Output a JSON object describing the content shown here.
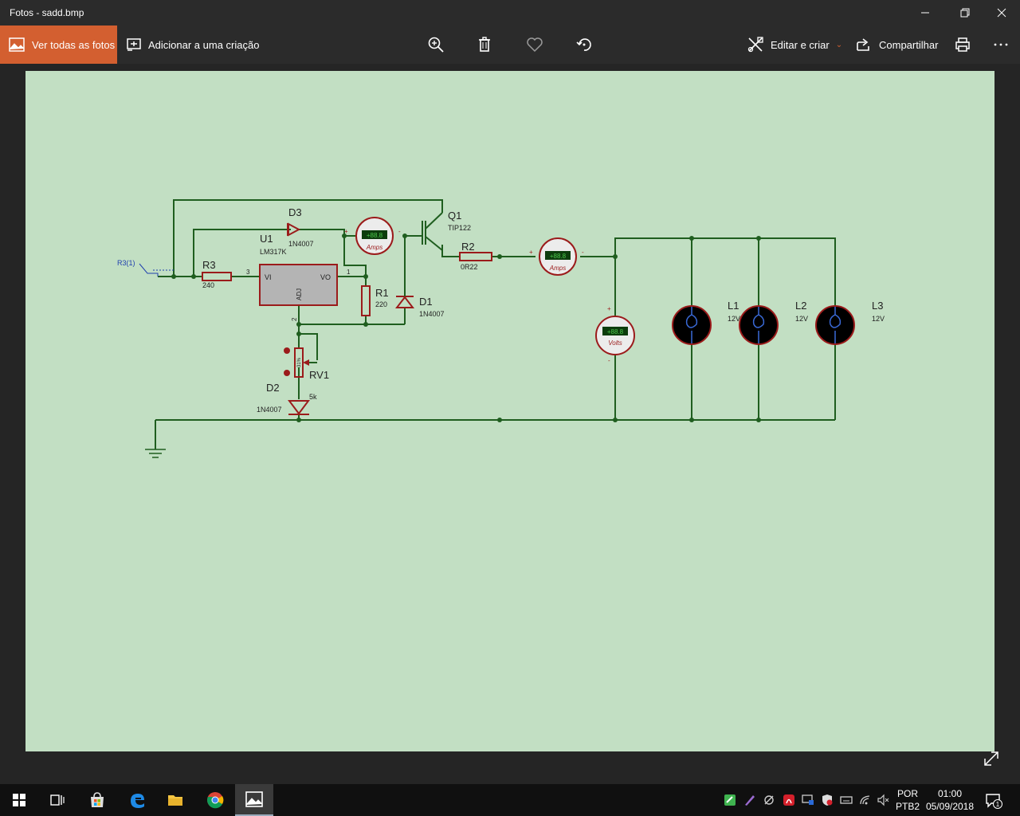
{
  "window": {
    "title": "Fotos - sadd.bmp"
  },
  "commandbar": {
    "view_all": "Ver todas as fotos",
    "add_to_creation": "Adicionar a uma criação",
    "edit_create": "Editar e criar",
    "share": "Compartilhar"
  },
  "colors": {
    "accent": "#d35f30",
    "schematic_bg": "#c2dfc3",
    "wire": "#1f5e1f",
    "component": "#9b1b1b"
  },
  "schematic": {
    "r3_net": "R3(1)",
    "r3": {
      "ref": "R3",
      "value": "240"
    },
    "u1": {
      "ref": "U1",
      "part": "LM317K",
      "vi": "VI",
      "vo": "VO",
      "adj": "ADJ",
      "pin3": "3",
      "pin1": "1",
      "pin2": "2"
    },
    "d3": {
      "ref": "D3",
      "part": "1N4007"
    },
    "q1": {
      "ref": "Q1",
      "part": "TIP122"
    },
    "r2": {
      "ref": "R2",
      "value": "0R22"
    },
    "r1": {
      "ref": "R1",
      "value": "220"
    },
    "d1": {
      "ref": "D1",
      "part": "1N4007"
    },
    "rv1": {
      "ref": "RV1",
      "value": "5k",
      "pct": "31%"
    },
    "d2": {
      "ref": "D2",
      "part": "1N4007"
    },
    "meter_amps": "Amps",
    "meter_volts": "Volts",
    "meter_reading": "+88.8",
    "meter_plus": "+",
    "meter_minus": "-",
    "lamps": [
      {
        "ref": "L1",
        "value": "12V"
      },
      {
        "ref": "L2",
        "value": "12V"
      },
      {
        "ref": "L3",
        "value": "12V"
      }
    ]
  },
  "taskbar": {
    "language": [
      "POR",
      "PTB2"
    ],
    "time": "01:00",
    "date": "05/09/2018",
    "notifications": "1"
  }
}
